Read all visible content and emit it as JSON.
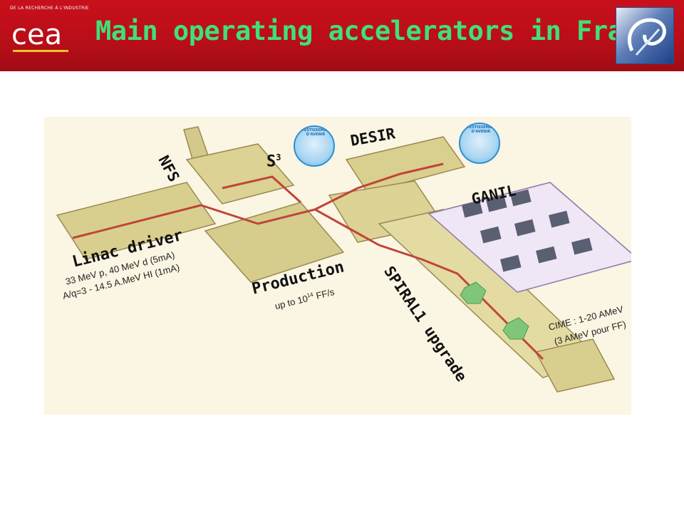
{
  "header": {
    "tagline": "DE LA RECHERCHE À L'INDUSTRIE",
    "logo_text": "cea",
    "title": "Main operating accelerators in France",
    "title_color": "#3fe07a",
    "bg_color": "#b80e18"
  },
  "badges": [
    {
      "text": "INVESTISSEMENTS D'AVENIR"
    },
    {
      "text": "INVESTISSEMENTS D'AVENIR"
    }
  ],
  "labels": {
    "nfs": "NFS",
    "s3": "S",
    "s3_sup": "3",
    "desir": "DESIR",
    "ganil": "GANIL",
    "linac": "Linac driver",
    "linac_line1": "33 MeV p, 40 MeV d (5mA)",
    "linac_line2": "A/q=3 - 14.5 A.MeV HI  (1mA)",
    "production": "Production",
    "production_sub_a": "up to 10",
    "production_sub_sup": "14",
    "production_sub_b": " FF/s",
    "spiral": "SPIRAL1 upgrade",
    "cime_line1": "CIME : 1-20 AMeV",
    "cime_line2": "(3 AMeV pour FF)"
  }
}
